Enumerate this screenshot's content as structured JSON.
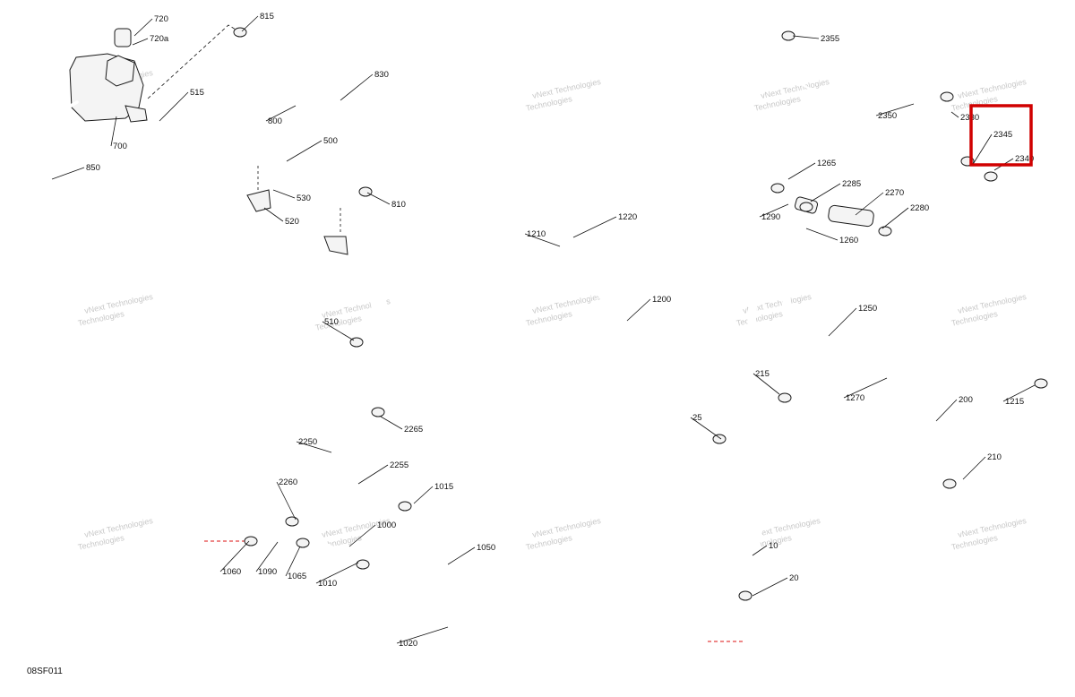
{
  "diagram": {
    "code": "08SF011",
    "watermark_line1": "vNext",
    "watermark_line2": "Technologies",
    "callouts": [
      "720",
      "720a",
      "700",
      "850",
      "815",
      "830",
      "800",
      "515",
      "500",
      "530",
      "520",
      "810",
      "510",
      "2355",
      "2350",
      "2330",
      "2345",
      "2340",
      "1265",
      "2285",
      "2270",
      "2280",
      "1290",
      "1260",
      "1220",
      "1210",
      "1200",
      "1250",
      "1270",
      "1215",
      "215",
      "200",
      "25",
      "210",
      "10",
      "20",
      "2265",
      "2250",
      "2255",
      "2260",
      "1015",
      "1000",
      "1060",
      "1090",
      "1065",
      "1010",
      "1050",
      "1020"
    ]
  },
  "highlight": {
    "label": "2345",
    "color": "#d00000"
  }
}
